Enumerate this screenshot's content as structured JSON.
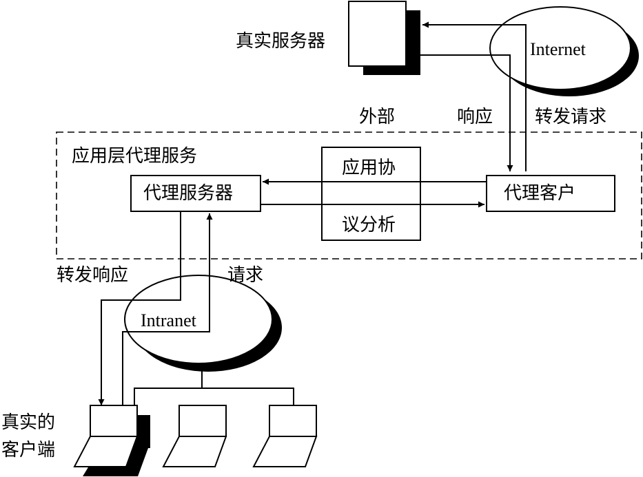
{
  "labels": {
    "real_server": "真实服务器",
    "internet": "Internet",
    "external": "外部",
    "response": "响应",
    "forward_request": "转发请求",
    "app_layer_proxy": "应用层代理服务",
    "proxy_server": "代理服务器",
    "protocol_line1": "应用协",
    "protocol_line2": "议分析",
    "proxy_client": "代理客户",
    "forward_response": "转发响应",
    "request": "请求",
    "intranet": "Intranet",
    "real_client_line1": "真实的",
    "real_client_line2": "客户端"
  }
}
